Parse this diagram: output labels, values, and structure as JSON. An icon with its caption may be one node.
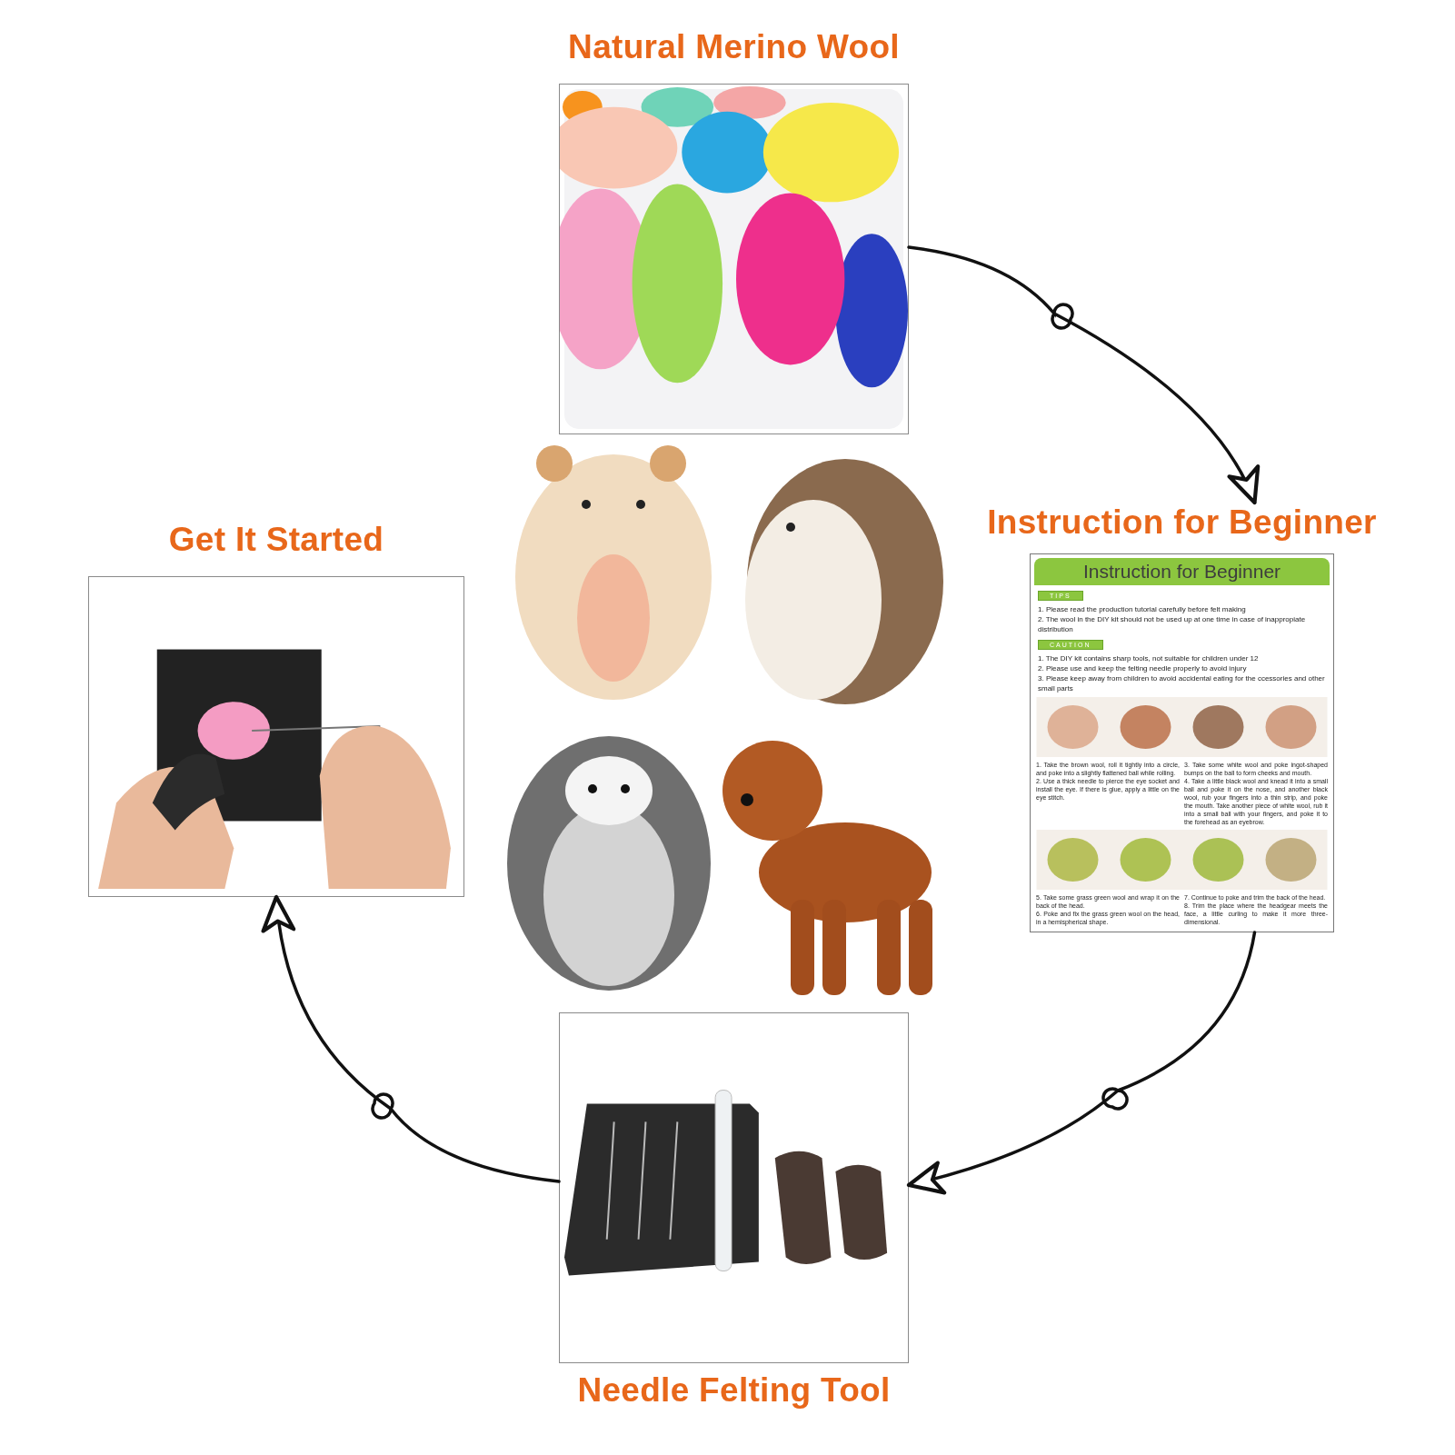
{
  "diagram": {
    "nodes": [
      {
        "text": [
          "Natural Merino Wool"
        ]
      },
      {
        "text": [
          "Instruction for Beginner",
          "Instruction for Beginner",
          "TIPS",
          "1. Please read the production tutorial carefully before felt making",
          "2. The wool in the DIY kit should not be used up at one time in case of inappropiate distribution",
          "CAUTION",
          "1. The DIY kit contains sharp tools, not suitable for children under 12",
          "2. Please use and keep the felting needle properly to avoid injury",
          "3. Please keep away from children to avoid accidental eating for the ccessories and other small parts",
          "1. Take the brown wool, roll it tightly into a circle, and poke into a slightly flattened ball while rolling.",
          "2. Use a thick needle to pierce the eye socket and install the eye. If there is glue, apply a little on the eye stitch.",
          "3. Take some white wool and poke ingot-shaped bumps on the ball to form cheeks and mouth.",
          "4. Take a little black wool and knead it into a small ball and poke it on the nose, and another black wool, rub your fingers into a thin strip, and poke the mouth. Take another piece of white wool, rub it into a small ball with your fingers, and poke it to the forehead as an eyebrow.",
          "5. Take some grass green wool and wrap it on the back of the head.",
          "6. Poke and fix the grass green wool on the head, in a hemispherical shape.",
          "7. Continue to poke and trim the back of the head.",
          "8. Trim the place where the headgear meets the face, a little curling to make it more three-dimensional."
        ]
      },
      {
        "text": [
          "Needle Felting Tool"
        ]
      },
      {
        "text": [
          "Get It Started"
        ]
      }
    ],
    "edges": [
      {
        "from": 0,
        "to": 1,
        "arrow": "to"
      },
      {
        "from": 1,
        "to": 2,
        "arrow": "to"
      },
      {
        "from": 2,
        "to": 3,
        "arrow": "to"
      }
    ]
  }
}
